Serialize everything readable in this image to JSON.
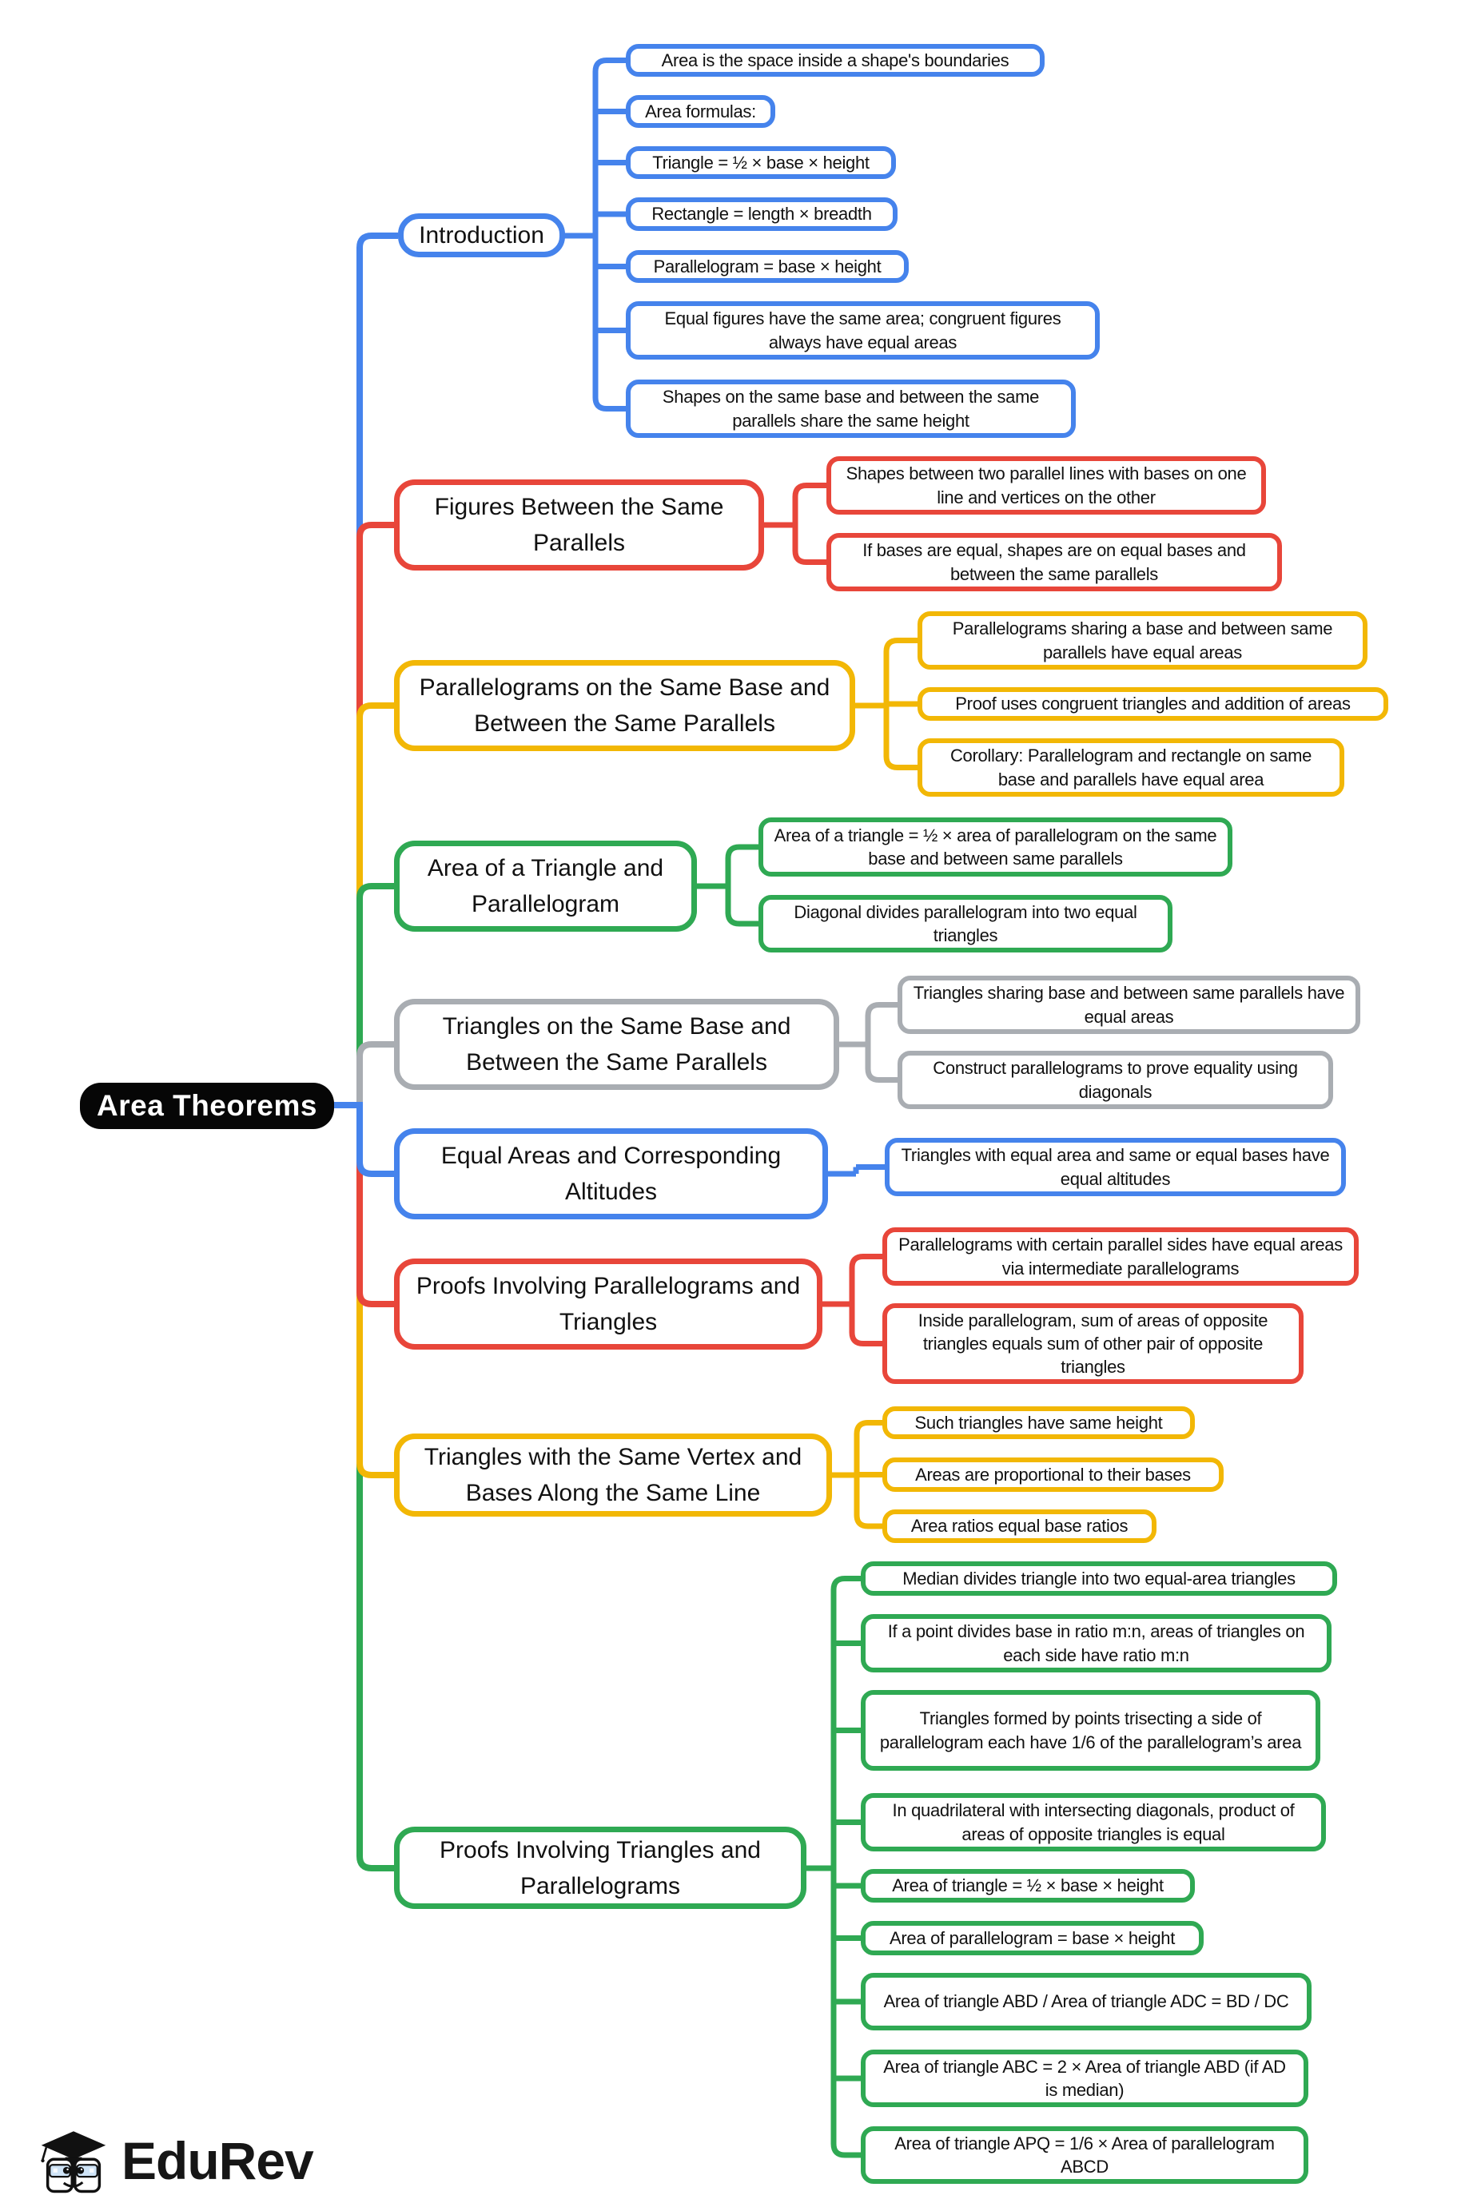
{
  "title": "Area Theorems",
  "logo": {
    "name": "EduRev"
  },
  "palette": {
    "blue": "#4583ec",
    "red": "#e8463a",
    "yellow": "#f2b705",
    "green": "#2fa953",
    "gray": "#a9adb2",
    "node_text": "#111111",
    "root_bg": "#060606",
    "root_text": "#ffffff"
  },
  "sections": [
    {
      "label": "Introduction",
      "color": "blue",
      "children": [
        "Area is the space inside a shape's boundaries",
        "Area formulas:",
        "Triangle = ½ × base × height",
        "Rectangle = length × breadth",
        "Parallelogram = base × height",
        "Equal figures have the same area; congruent figures always have equal areas",
        "Shapes on the same base and between the same parallels share the same height"
      ]
    },
    {
      "label": "Figures Between the Same Parallels",
      "color": "red",
      "children": [
        "Shapes between two parallel lines with bases on one line and vertices on the other",
        "If bases are equal, shapes are on equal bases and between the same parallels"
      ]
    },
    {
      "label": "Parallelograms on the Same Base and Between the Same Parallels",
      "color": "yellow",
      "children": [
        "Parallelograms sharing a base and between same parallels have equal areas",
        "Proof uses congruent triangles and addition of areas",
        "Corollary: Parallelogram and rectangle on same base and parallels have equal area"
      ]
    },
    {
      "label": "Area of a Triangle and Parallelogram",
      "color": "green",
      "children": [
        "Area of a triangle = ½ × area of parallelogram on the same base and between same parallels",
        "Diagonal divides parallelogram into two equal triangles"
      ]
    },
    {
      "label": "Triangles on the Same Base and Between the Same Parallels",
      "color": "gray",
      "children": [
        "Triangles sharing base and between same parallels have equal areas",
        "Construct parallelograms to prove equality using diagonals"
      ]
    },
    {
      "label": "Equal Areas and Corresponding Altitudes",
      "color": "blue",
      "children": [
        "Triangles with equal area and same or equal bases have equal altitudes"
      ]
    },
    {
      "label": "Proofs Involving Parallelograms and Triangles",
      "color": "red",
      "children": [
        "Parallelograms with certain parallel sides have equal areas via intermediate parallelograms",
        "Inside parallelogram, sum of areas of opposite triangles equals sum of other pair of opposite triangles"
      ]
    },
    {
      "label": "Triangles with the Same Vertex and Bases Along the Same Line",
      "color": "yellow",
      "children": [
        "Such triangles have same height",
        "Areas are proportional to their bases",
        "Area ratios equal base ratios"
      ]
    },
    {
      "label": "Proofs Involving Triangles and Parallelograms",
      "color": "green",
      "children": [
        "Median divides triangle into two equal-area triangles",
        "If a point divides base in ratio m:n, areas of triangles on each side have ratio m:n",
        "Triangles formed by points trisecting a side of parallelogram each have 1/6 of the parallelogram’s area",
        "In quadrilateral with intersecting diagonals, product of areas of opposite triangles is equal",
        "Area of triangle = ½ × base × height",
        "Area of parallelogram = base × height",
        "Area of triangle ABD / Area of triangle ADC = BD / DC",
        "Area of triangle ABC = 2 × Area of triangle ABD (if AD is median)",
        "Area of triangle APQ = 1/6 × Area of parallelogram ABCD"
      ]
    }
  ]
}
